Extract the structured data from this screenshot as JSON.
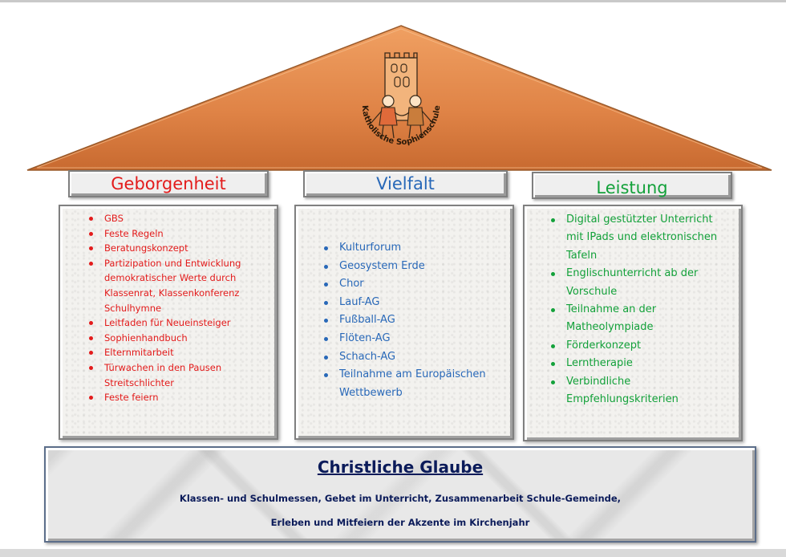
{
  "colors": {
    "roof": "#e0874a",
    "geborgenheit": "#e31b1b",
    "vielfalt": "#2868b8",
    "leistung": "#13a13a",
    "base_text": "#0b1b5a"
  },
  "logo": {
    "text": "Katholische Sophienschule",
    "icon": "school-tower-children-logo"
  },
  "pillars": [
    {
      "title": "Geborgenheit",
      "items": [
        "GBS",
        "Feste Regeln",
        "Beratungskonzept",
        "Partizipation und Entwicklung demokratischer Werte durch Klassenrat, Klassenkonferenz Schulhymne",
        "Leitfaden für Neueinsteiger",
        "Sophienhandbuch",
        "Elternmitarbeit",
        "Türwachen in den Pausen Streitschlichter",
        "Feste feiern"
      ]
    },
    {
      "title": "Vielfalt",
      "items": [
        "Kulturforum",
        "Geosystem Erde",
        "Chor",
        "Lauf-AG",
        "Fußball-AG",
        "Flöten-AG",
        "Schach-AG",
        "Teilnahme am Europäischen Wettbewerb"
      ]
    },
    {
      "title": "Leistung",
      "items": [
        "Digital gestützter Unterricht mit IPads und elektronischen Tafeln",
        "Englischunterricht ab der Vorschule",
        "Teilnahme an der Matheolympiade",
        "Förderkonzept",
        "Lerntherapie",
        "Verbindliche Empfehlungskriterien"
      ]
    }
  ],
  "base": {
    "title": "Christliche Glaube",
    "line1": "Klassen- und Schulmessen, Gebet im Unterricht, Zusammenarbeit Schule-Gemeinde,",
    "line2": "Erleben und Mitfeiern der Akzente im Kirchenjahr"
  }
}
